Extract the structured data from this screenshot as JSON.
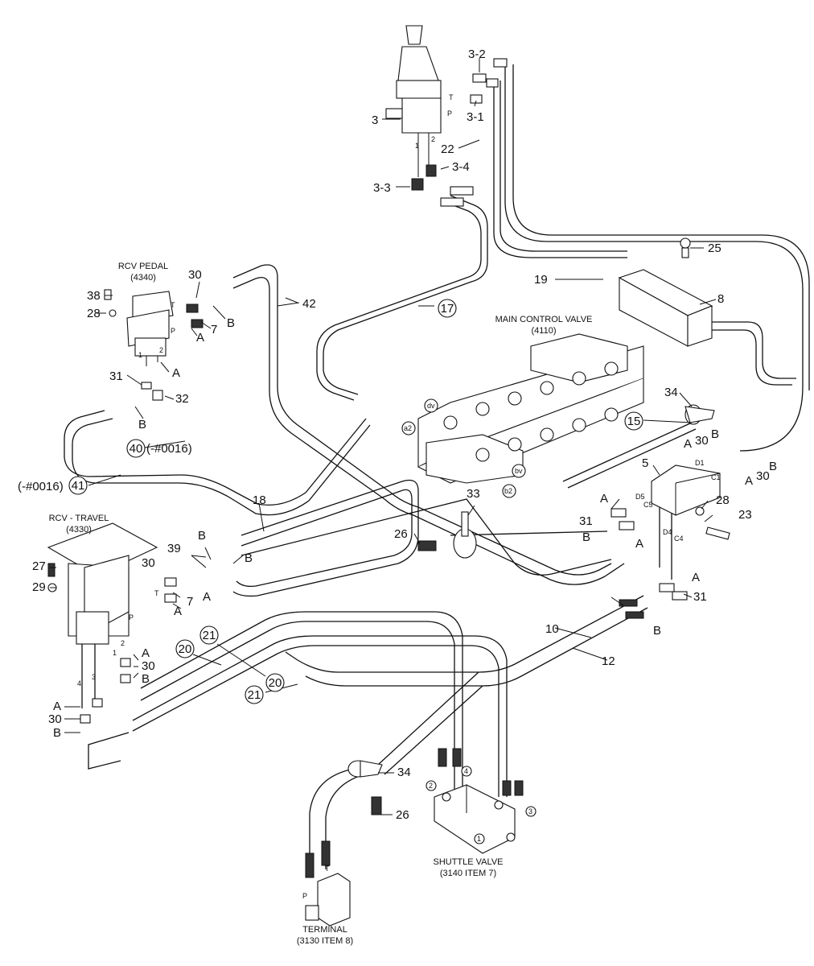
{
  "diagram": {
    "assemblies": {
      "rcv_pedal": {
        "name": "RCV PEDAL",
        "code": "(4340)"
      },
      "main_control_valve": {
        "name": "MAIN CONTROL VALVE",
        "code": "(4110)"
      },
      "rcv_travel": {
        "name": "RCV - TRAVEL",
        "code": "(4330)"
      },
      "shuttle_valve": {
        "name": "SHUTTLE VALVE",
        "code": "(3140 ITEM 7)"
      },
      "terminal": {
        "name": "TERMINAL",
        "code": "(3130 ITEM 8)"
      }
    },
    "callouts": {
      "c3_2": "3-2",
      "c3": "3",
      "c3_1": "3-1",
      "c22": "22",
      "c3_4": "3-4",
      "c3_3": "3-3",
      "c25": "25",
      "c19": "19",
      "c8": "8",
      "c17": "17",
      "c42": "42",
      "c30a": "30",
      "c38": "38",
      "c28a": "28",
      "c7a": "7",
      "c_Ba": "B",
      "c_Aa": "A",
      "c_Ab": "A",
      "c31a": "31",
      "c32": "32",
      "c_Bb": "B",
      "c40": "40",
      "c40note": "(-#0016)",
      "c41note": "(-#0016)",
      "c41": "41",
      "c34a": "34",
      "c15": "15",
      "c_Ac": "A",
      "c30b": "30",
      "c_Bc": "B",
      "c5": "5",
      "c_Ad": "A",
      "c30c": "30",
      "c18": "18",
      "c33": "33",
      "c_Ae": "A",
      "c28b": "28",
      "c23": "23",
      "c26a": "26",
      "c31b": "31",
      "c_Bd": "B",
      "c_Af": "A",
      "c39": "39",
      "c_Be": "B",
      "c_Bf": "B",
      "c27": "27",
      "c30d": "30",
      "c29": "29",
      "c7b": "7",
      "c_Ag": "A",
      "c_Ah": "A",
      "c_Ai": "A",
      "c31c": "31",
      "c_Bg": "B",
      "c10": "10",
      "c12": "12",
      "c21a": "21",
      "c20a": "20",
      "c_Aj": "A",
      "c30e": "30",
      "c_Bh": "B",
      "c20b": "20",
      "c21b": "21",
      "c_Ak": "A",
      "c30f": "30",
      "c_Bi": "B",
      "c34b": "34",
      "c26b": "26"
    },
    "port_marks": {
      "jT": "T",
      "jP": "P",
      "j1": "1",
      "j2": "2",
      "pT": "T",
      "pP": "P",
      "p1": "1",
      "p2": "2",
      "tT": "T",
      "tP": "P",
      "t1": "1",
      "t2": "2",
      "t3": "3",
      "t4": "4",
      "mdv": "dv",
      "ma2": "a2",
      "mbv": "bv",
      "mb2": "b2",
      "bD1": "D1",
      "bC1": "C1",
      "bD5": "D5",
      "bC5": "C5",
      "bD4": "D4",
      "bC4": "C4",
      "s1": "1",
      "s2": "2",
      "s3": "3",
      "s4": "4",
      "termT": "T",
      "termP": "P"
    }
  }
}
